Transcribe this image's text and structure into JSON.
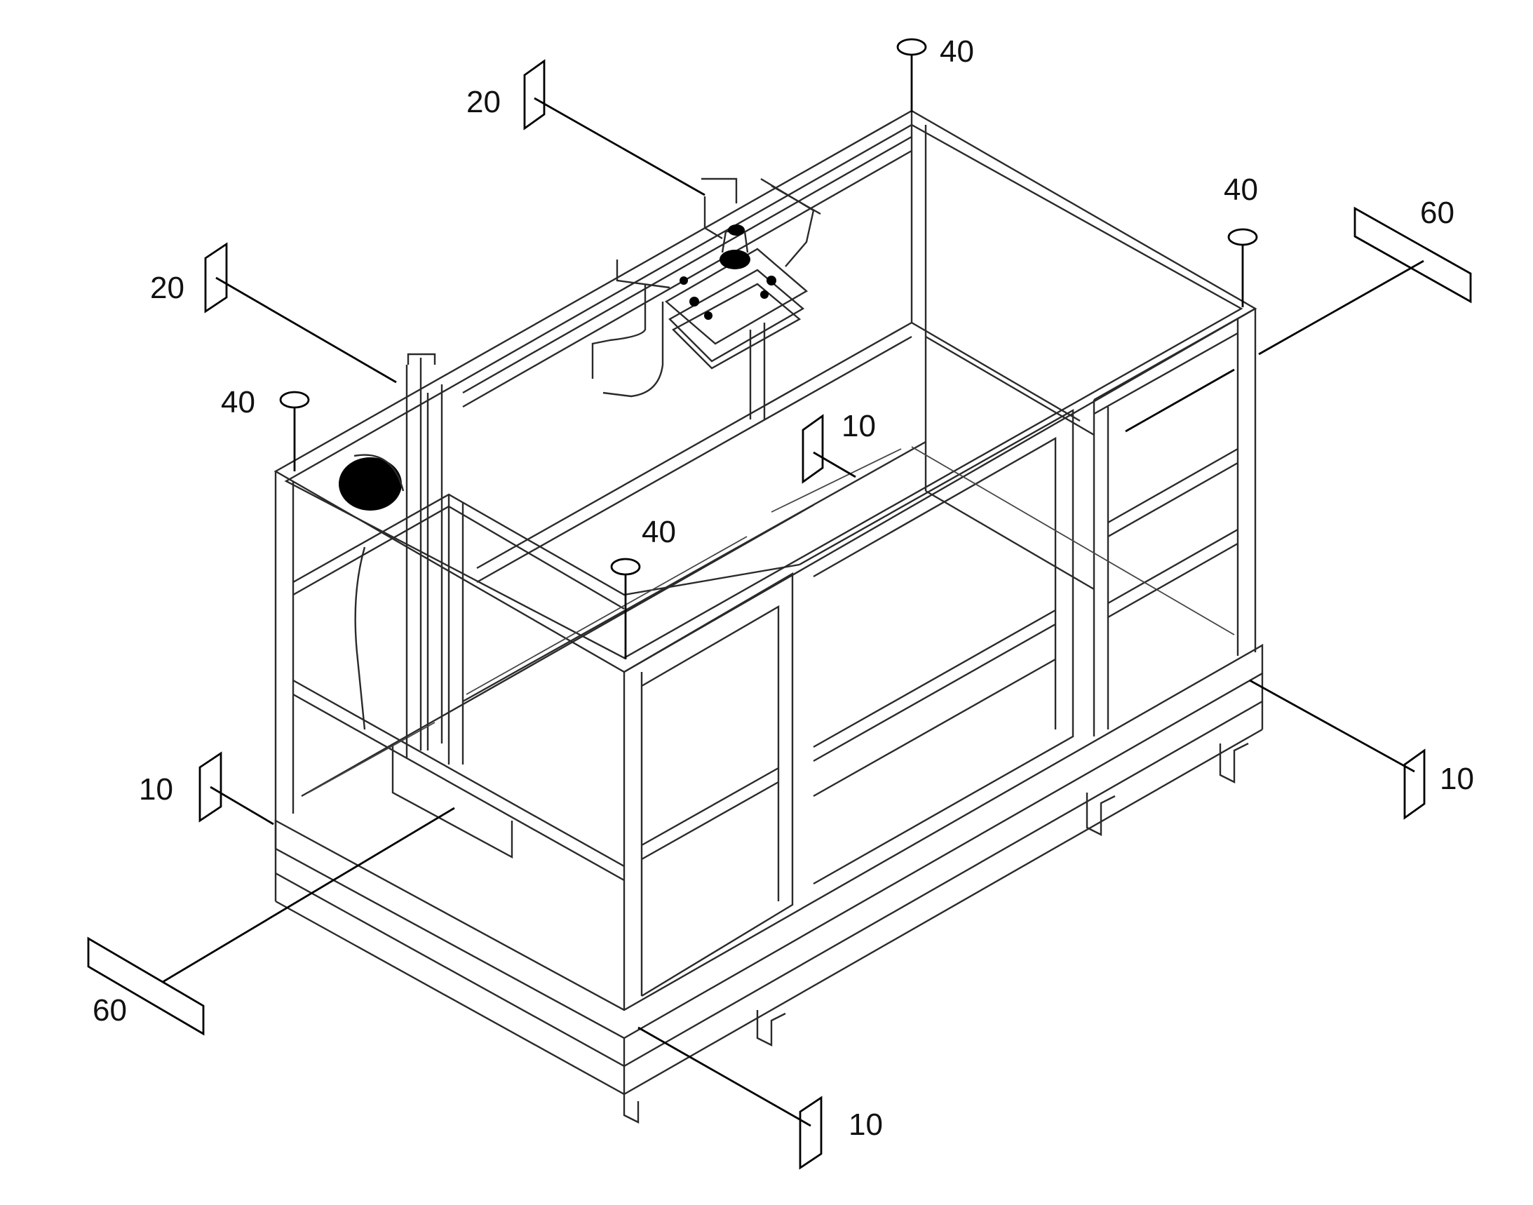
{
  "figure": {
    "ref_labels": [
      {
        "id": "label-40-top",
        "text": "40"
      },
      {
        "id": "label-20-top",
        "text": "20"
      },
      {
        "id": "label-20-left",
        "text": "20"
      },
      {
        "id": "label-40-right",
        "text": "40"
      },
      {
        "id": "label-60-right",
        "text": "60"
      },
      {
        "id": "label-40-left",
        "text": "40"
      },
      {
        "id": "label-10-center",
        "text": "10"
      },
      {
        "id": "label-40-center",
        "text": "40"
      },
      {
        "id": "label-10-left",
        "text": "10"
      },
      {
        "id": "label-10-right",
        "text": "10"
      },
      {
        "id": "label-60-left",
        "text": "60"
      },
      {
        "id": "label-10-bottom",
        "text": "10"
      }
    ]
  },
  "colors": {
    "line": "#2a2a2a",
    "background": "#ffffff"
  }
}
